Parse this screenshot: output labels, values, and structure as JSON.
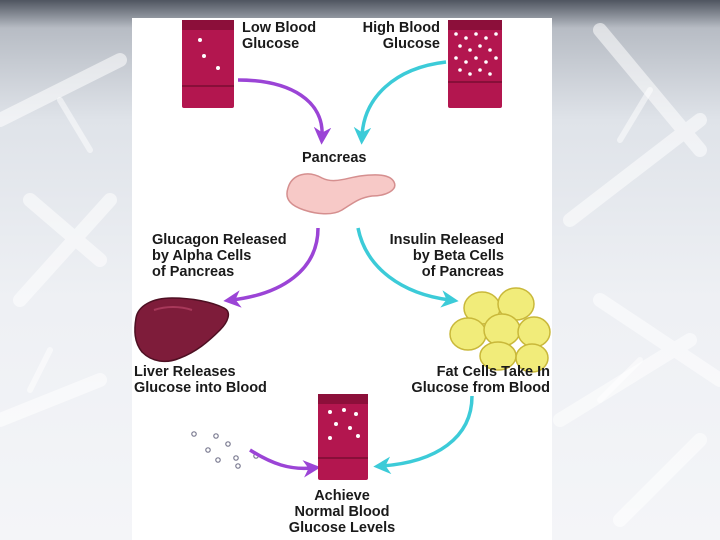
{
  "labels": {
    "low_glucose": "Low Blood\nGlucose",
    "high_glucose": "High Blood\nGlucose",
    "pancreas": "Pancreas",
    "glucagon": "Glucagon Released\nby Alpha Cells\nof Pancreas",
    "insulin": "Insulin Released\nby Beta Cells\nof Pancreas",
    "liver": "Liver Releases\nGlucose into Blood",
    "fat_cells": "Fat Cells Take In\nGlucose from Blood",
    "normal": "Achieve\nNormal Blood\nGlucose Levels"
  },
  "colors": {
    "tube": "#b3164f",
    "arrow_purple": "#9b44d6",
    "arrow_cyan": "#3ccbd8",
    "pancreas": "#f7c9c7",
    "liver": "#7e1c3a",
    "fat_cell": "#f1ec7a"
  },
  "icons": [
    "blood-tube-icon",
    "pancreas-icon",
    "liver-icon",
    "fat-cell-icon",
    "arrow-icon"
  ]
}
